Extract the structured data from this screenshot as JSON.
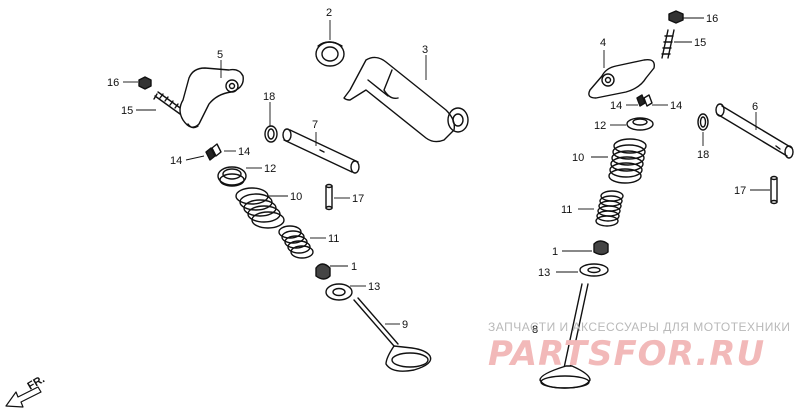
{
  "callouts": {
    "n1_left": "1",
    "n2": "2",
    "n3": "3",
    "n4": "4",
    "n5": "5",
    "n6": "6",
    "n7": "7",
    "n8": "8",
    "n9": "9",
    "n10_left": "10",
    "n11_left": "11",
    "n12_left": "12",
    "n13_left": "13",
    "n14_left_a": "14",
    "n14_left_b": "14",
    "n15_left": "15",
    "n16_left": "16",
    "n17_left": "17",
    "n18_left": "18",
    "n1_right": "1",
    "n10_right": "10",
    "n11_right": "11",
    "n12_right": "12",
    "n13_right": "13",
    "n14_right_a": "14",
    "n14_right_b": "14",
    "n15_right": "15",
    "n16_right": "16",
    "n17_right": "17",
    "n18_right": "18"
  },
  "front_marker": "FR.",
  "watermark": {
    "caption": "ЗАПЧАСТИ И АКСЕССУАРЫ ДЛЯ МОТОТЕХНИКИ",
    "logo": "PARTSFOR.RU"
  }
}
